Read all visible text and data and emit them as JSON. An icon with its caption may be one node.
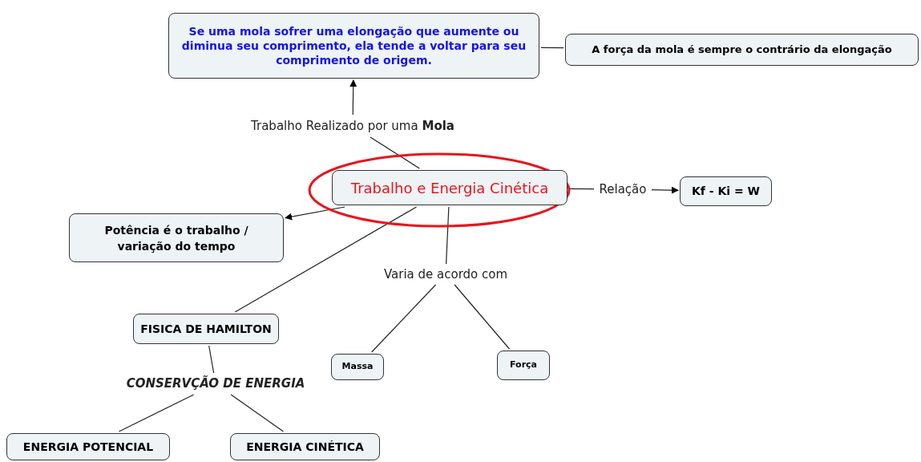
{
  "diagram": {
    "nodes": [
      {
        "text": [
          "Trabalho e Energia Cinética"
        ]
      },
      {
        "text": [
          "Se uma mola sofrer uma elongação que aumente ou diminua seu comprimento, ela tende a voltar para seu comprimento de origem."
        ]
      },
      {
        "text": [
          "A força da mola é sempre o contrário da elongação"
        ]
      },
      {
        "text": [
          "Trabalho Realizado por uma **Mola**"
        ]
      },
      {
        "text": [
          "Relação"
        ]
      },
      {
        "text": [
          "Kf - Ki = W"
        ]
      },
      {
        "text": [
          "Potência é o trabalho / variação do tempo"
        ]
      },
      {
        "text": [
          "Varia de acordo com"
        ]
      },
      {
        "text": [
          "FISICA DE HAMILTON"
        ]
      },
      {
        "text": [
          "Massa"
        ]
      },
      {
        "text": [
          "Força"
        ]
      },
      {
        "text": [
          "CONSERVÇÃO DE ENERGIA"
        ]
      },
      {
        "text": [
          "ENERGIA POTENCIAL"
        ]
      },
      {
        "text": [
          "ENERGIA CINÉTICA"
        ]
      }
    ],
    "edges": [
      {
        "from": 0,
        "to": 3,
        "arrow": "none"
      },
      {
        "from": 3,
        "to": 1,
        "arrow": "to"
      },
      {
        "from": 1,
        "to": 2,
        "arrow": "none"
      },
      {
        "from": 0,
        "to": 4,
        "arrow": "none"
      },
      {
        "from": 4,
        "to": 5,
        "arrow": "to"
      },
      {
        "from": 0,
        "to": 6,
        "arrow": "to"
      },
      {
        "from": 0,
        "to": 8,
        "arrow": "none"
      },
      {
        "from": 0,
        "to": 7,
        "arrow": "none"
      },
      {
        "from": 7,
        "to": 9,
        "arrow": "none"
      },
      {
        "from": 7,
        "to": 10,
        "arrow": "none"
      },
      {
        "from": 8,
        "to": 11,
        "arrow": "none"
      },
      {
        "from": 11,
        "to": 12,
        "arrow": "none"
      },
      {
        "from": 11,
        "to": 13,
        "arrow": "none"
      }
    ]
  }
}
